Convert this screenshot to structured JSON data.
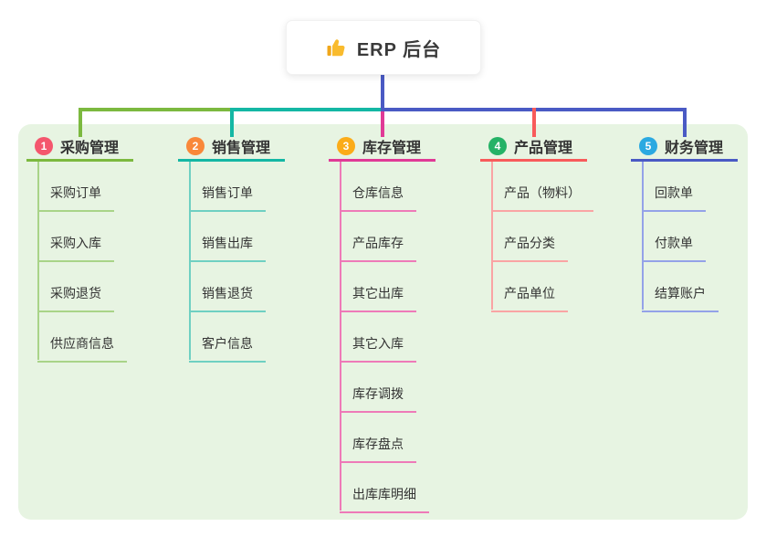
{
  "root": {
    "label": "ERP 后台",
    "icon": "thumbs-up-icon"
  },
  "colors": {
    "canvas_bg": "#ffffff",
    "panel_bg": "#e7f4e2",
    "trunk_line": "#4a5ac4",
    "text": "#333333",
    "thumb_gold": "#f9bb2d",
    "thumb_gold_dark": "#f0a71b"
  },
  "branches": [
    {
      "index": "1",
      "label": "采购管理",
      "badge_color": "#f4566d",
      "line_color": "#7cb93f",
      "child_line_color": "#a9d488",
      "children": [
        "采购订单",
        "采购入库",
        "采购退货",
        "供应商信息"
      ]
    },
    {
      "index": "2",
      "label": "销售管理",
      "badge_color": "#f9883a",
      "line_color": "#14b7a4",
      "child_line_color": "#6fd0c2",
      "children": [
        "销售订单",
        "销售出库",
        "销售退货",
        "客户信息"
      ]
    },
    {
      "index": "3",
      "label": "库存管理",
      "badge_color": "#fbac19",
      "line_color": "#e03a96",
      "child_line_color": "#ee7ab8",
      "children": [
        "仓库信息",
        "产品库存",
        "其它出库",
        "其它入库",
        "库存调拨",
        "库存盘点",
        "出库库明细"
      ]
    },
    {
      "index": "4",
      "label": "产品管理",
      "badge_color": "#25b266",
      "line_color": "#f85b5b",
      "child_line_color": "#faa4a4",
      "children": [
        "产品（物料）",
        "产品分类",
        "产品单位"
      ]
    },
    {
      "index": "5",
      "label": "财务管理",
      "badge_color": "#2ba9e1",
      "line_color": "#4a5ac4",
      "child_line_color": "#94a2e8",
      "children": [
        "回款单",
        "付款单",
        "结算账户"
      ]
    }
  ]
}
